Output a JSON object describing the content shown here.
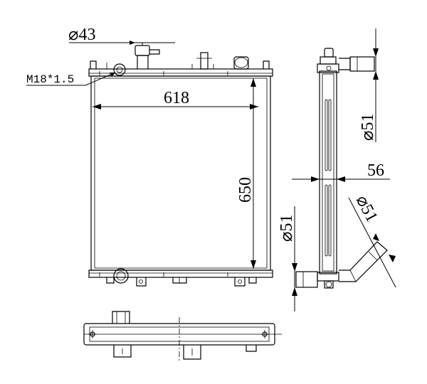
{
  "labels": {
    "inlet_diameter": "⌀43",
    "drain_thread": "M18*1.5",
    "core_width": "618",
    "core_height": "650",
    "upper_hose_diameter": "⌀51",
    "tank_depth": "56",
    "lower_hose_diameter": "⌀51",
    "outlet_angled_diameter": "⌀51"
  }
}
